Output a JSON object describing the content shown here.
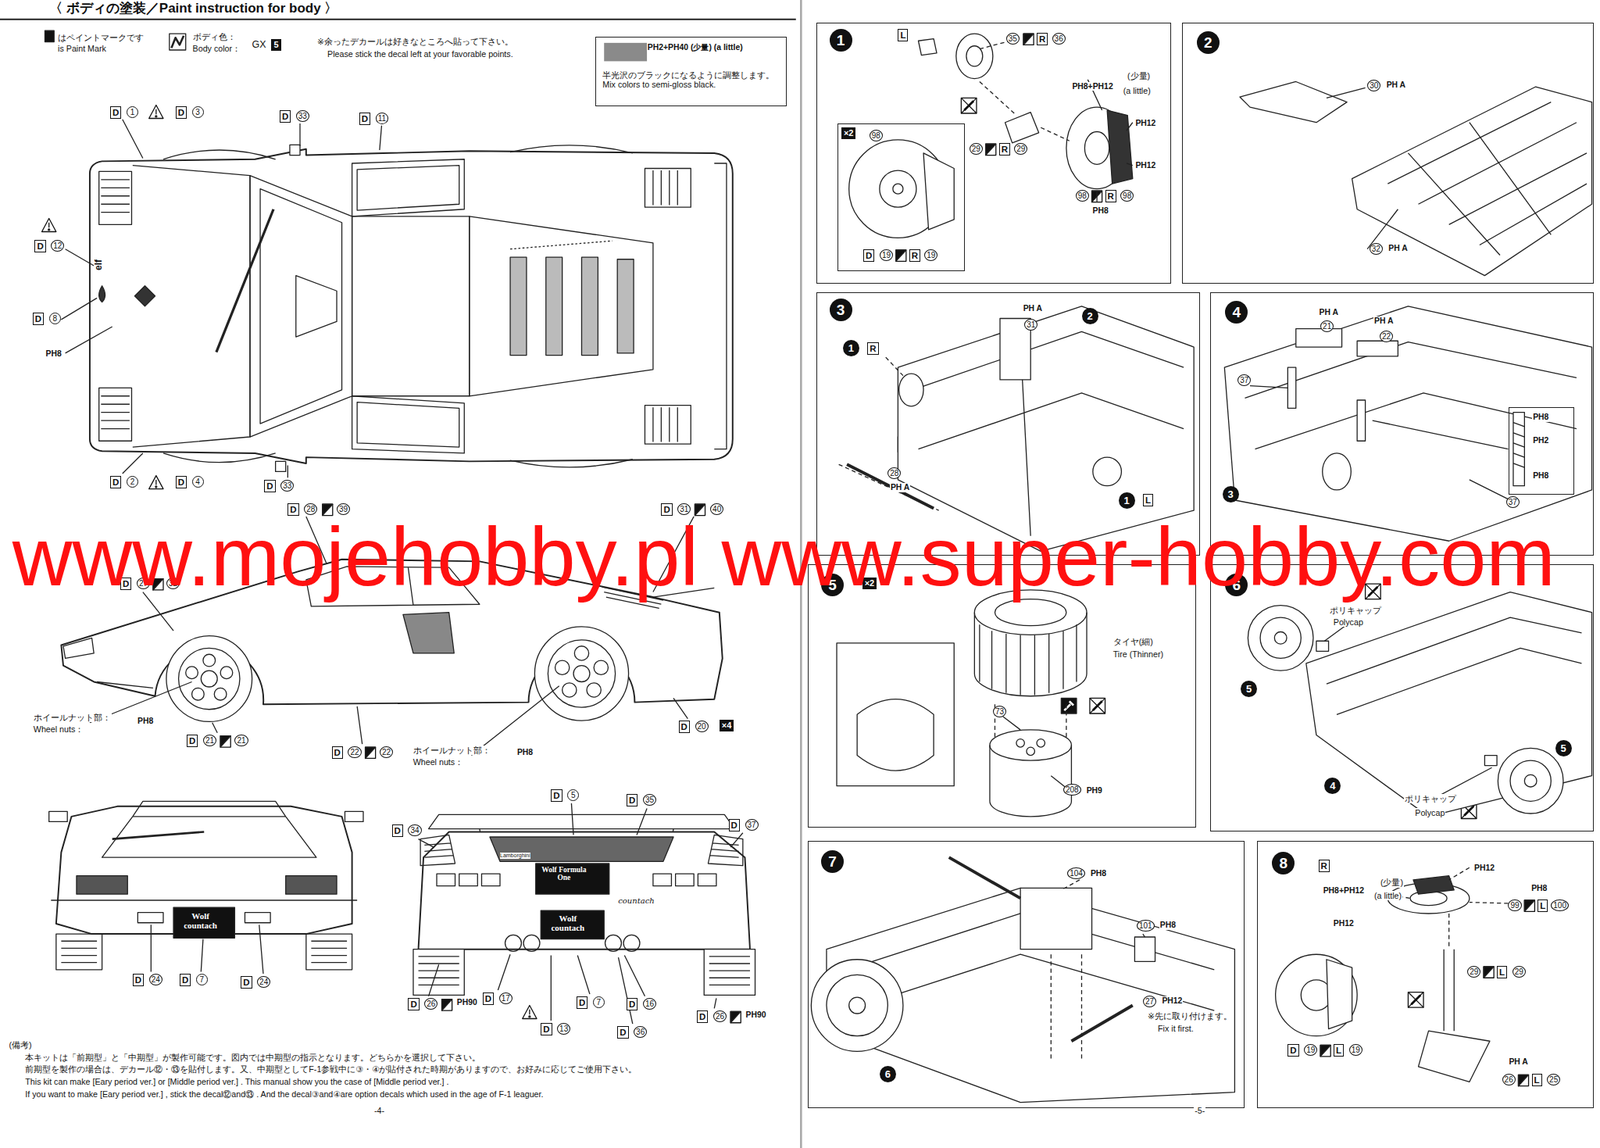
{
  "diagram": {
    "title": "〈 ボディの塗装／Paint instruction for body 〉",
    "nodes": [
      {
        "text": [
          "PH2+PH40 (少量) (a little)",
          "半光沢のブラックになるように調整します。 Mix colors to semi-gloss black."
        ]
      },
      {
        "text": [
          "1"
        ]
      },
      {
        "text": [
          "×2"
        ],
        "in": 1
      },
      {
        "text": [
          "2"
        ]
      },
      {
        "text": [
          "3"
        ]
      },
      {
        "text": [
          "4"
        ]
      },
      {
        "text": [
          "PH8",
          "PH2",
          "PH8"
        ],
        "in": 5
      },
      {
        "text": [
          "5"
        ]
      },
      {
        "text": [
          "6"
        ]
      },
      {
        "text": [
          "7"
        ]
      },
      {
        "text": [
          "8"
        ]
      }
    ],
    "labels": [
      "はペイントマークです",
      "is Paint Mark",
      "ボディ色：",
      "Body color：",
      "GX",
      "5",
      "※余ったデカールは好きなところへ貼って下さい。",
      "Please stick the decal left at your favorable points.",
      "D",
      "1",
      "D",
      "3",
      "D",
      "33",
      "D",
      "11",
      "D",
      "12",
      "elf",
      "D",
      "8",
      "PH8",
      "D",
      "2",
      "D",
      "4",
      "D",
      "33",
      "D",
      "28",
      "39",
      "D",
      "31",
      "40",
      "D",
      "27",
      "32",
      "ホイールナット部：",
      "Wheel nuts：",
      "PH8",
      "D",
      "21",
      "21",
      "D",
      "22",
      "22",
      "ホイールナット部：",
      "Wheel nuts：",
      "PH8",
      "D",
      "20",
      "×4",
      "Wolf countach",
      "D",
      "24",
      "D",
      "7",
      "D",
      "24",
      "D",
      "34",
      "D",
      "5",
      "D",
      "35",
      "D",
      "37",
      "Lamborghini",
      "Wolf Formula One",
      "countach",
      "Wolf countach",
      "D",
      "26",
      "PH90",
      "D",
      "17",
      "D",
      "13",
      "D",
      "7",
      "D",
      "16",
      "D",
      "36",
      "D",
      "26",
      "PH90",
      "(備考)",
      "本キットは「前期型」と「中期型」が製作可能です。図内では中期型の指示となります。どちらかを選択して下さい。",
      "前期型を製作の場合は、デカール⑫・⑬を貼付します。又、中期型としてF-1参戦中に③・④が貼付された時期がありますので、お好みに応じてご使用下さい。",
      "This kit can make [Eary period ver.] or [Middle period ver.] . This manual show you the case of [Middle period ver.] .",
      "If you want to make [Eary period ver.] , stick the decal⑫and⑬ . And the decal③and④are option decals which used in the age of F-1 leaguer.",
      "-4-",
      "L",
      "35",
      "R",
      "36",
      "PH8+PH12",
      "(少量)",
      "(a little)",
      "PH12",
      "PH12",
      "29",
      "R",
      "29",
      "98",
      "R",
      "98",
      "PH8",
      "98",
      "D",
      "19",
      "R",
      "19",
      "30",
      "PH A",
      "32",
      "PH A",
      "1",
      "R",
      "PH A",
      "31",
      "2",
      "28",
      "PH A",
      "1",
      "L",
      "PH A",
      "21",
      "PH A",
      "22",
      "37",
      "3",
      "37",
      "×2",
      "タイヤ(細)",
      "Tire (Thinner)",
      "73",
      "208",
      "PH9",
      "ポリキャップ",
      "Polycap",
      "5",
      "4",
      "5",
      "ポリキャップ",
      "Polycap",
      "104",
      "PH8",
      "101",
      "PH8",
      "27",
      "PH12",
      "※先に取り付けます。",
      "Fix it first.",
      "6",
      "R",
      "PH12",
      "PH8+PH12",
      "(少量)",
      "(a little)",
      "PH8",
      "99",
      "L",
      "100",
      "PH12",
      "29",
      "L",
      "29",
      "D",
      "19",
      "L",
      "19",
      "PH A",
      "26",
      "L",
      "25",
      "-5-",
      "www.mojehobby.pl www.super-hobby.com"
    ]
  }
}
